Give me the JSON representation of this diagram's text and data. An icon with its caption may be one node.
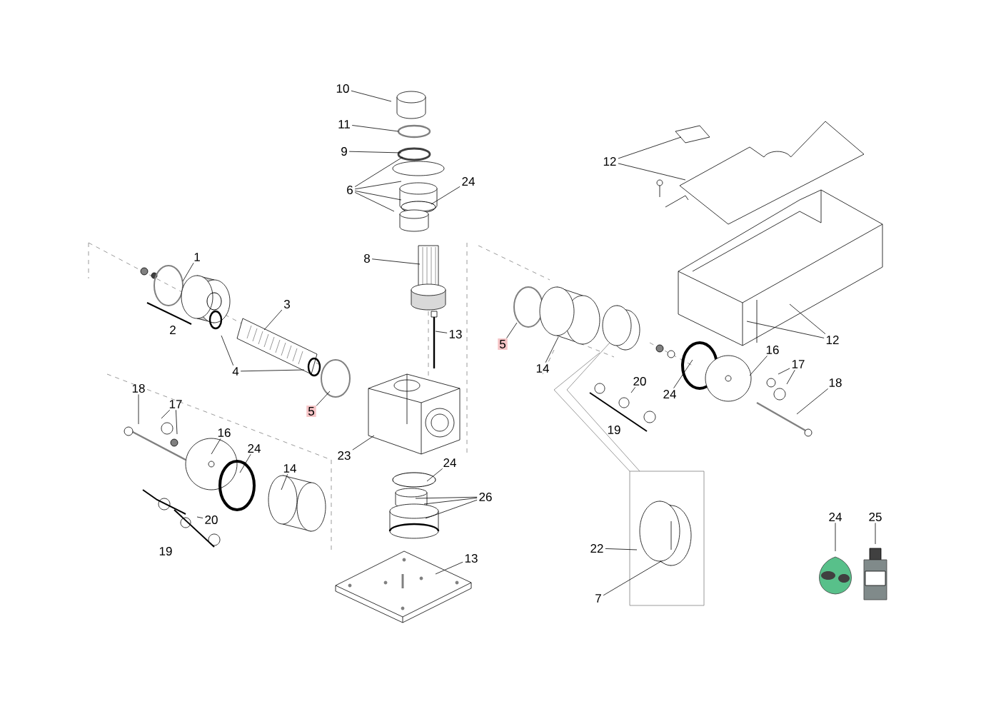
{
  "diagram": {
    "nodes": [
      {
        "text": [
          "10"
        ]
      },
      {
        "text": [
          "11"
        ]
      },
      {
        "text": [
          "9"
        ]
      },
      {
        "text": [
          "6"
        ]
      },
      {
        "text": [
          "24"
        ]
      },
      {
        "text": [
          "8"
        ]
      },
      {
        "text": [
          "1"
        ]
      },
      {
        "text": [
          "3"
        ]
      },
      {
        "text": [
          "4"
        ]
      },
      {
        "text": [
          "13"
        ]
      },
      {
        "text": [
          "5"
        ]
      },
      {
        "text": [
          "5"
        ]
      },
      {
        "text": [
          "14"
        ]
      },
      {
        "text": [
          "18"
        ]
      },
      {
        "text": [
          "17"
        ]
      },
      {
        "text": [
          "16"
        ]
      },
      {
        "text": [
          "24"
        ]
      },
      {
        "text": [
          "14"
        ]
      },
      {
        "text": [
          "20"
        ]
      },
      {
        "text": [
          "23"
        ]
      },
      {
        "text": [
          "24"
        ]
      },
      {
        "text": [
          "26"
        ]
      },
      {
        "text": [
          "13"
        ]
      },
      {
        "text": [
          "12"
        ]
      },
      {
        "text": [
          "12"
        ]
      },
      {
        "text": [
          "16"
        ]
      },
      {
        "text": [
          "17"
        ]
      },
      {
        "text": [
          "18"
        ]
      },
      {
        "text": [
          "20"
        ]
      },
      {
        "text": [
          "24"
        ]
      },
      {
        "text": [
          "22"
        ]
      },
      {
        "text": [
          "7"
        ]
      },
      {
        "text": [
          "24"
        ]
      },
      {
        "text": [
          "25"
        ]
      }
    ],
    "edges": [
      {
        "from": 0,
        "to": null,
        "arrow": "none"
      },
      {
        "from": 1,
        "to": null,
        "arrow": "none"
      },
      {
        "from": 2,
        "to": null,
        "arrow": "none"
      },
      {
        "from": 3,
        "to": null,
        "arrow": "none"
      },
      {
        "from": 3,
        "to": null,
        "arrow": "none"
      },
      {
        "from": 3,
        "to": null,
        "arrow": "none"
      },
      {
        "from": 3,
        "to": null,
        "arrow": "none"
      },
      {
        "from": 4,
        "to": null,
        "arrow": "none"
      },
      {
        "from": 5,
        "to": null,
        "arrow": "none"
      },
      {
        "from": 6,
        "to": null,
        "arrow": "none"
      },
      {
        "from": 7,
        "to": null,
        "arrow": "none"
      },
      {
        "from": 8,
        "to": null,
        "arrow": "none"
      },
      {
        "from": 8,
        "to": null,
        "arrow": "none"
      },
      {
        "from": 9,
        "to": null,
        "arrow": "none"
      },
      {
        "from": 10,
        "to": null,
        "arrow": "none"
      },
      {
        "from": 11,
        "to": null,
        "arrow": "none"
      },
      {
        "from": 12,
        "to": null,
        "arrow": "none"
      },
      {
        "from": 13,
        "to": null,
        "arrow": "none"
      },
      {
        "from": 14,
        "to": null,
        "arrow": "none"
      },
      {
        "from": 14,
        "to": null,
        "arrow": "none"
      },
      {
        "from": 15,
        "to": null,
        "arrow": "none"
      },
      {
        "from": 16,
        "to": null,
        "arrow": "none"
      },
      {
        "from": 17,
        "to": null,
        "arrow": "none"
      },
      {
        "from": 18,
        "to": null,
        "arrow": "none"
      },
      {
        "from": 19,
        "to": null,
        "arrow": "none"
      },
      {
        "from": 20,
        "to": null,
        "arrow": "none"
      },
      {
        "from": 21,
        "to": null,
        "arrow": "none"
      },
      {
        "from": 21,
        "to": null,
        "arrow": "none"
      },
      {
        "from": 21,
        "to": null,
        "arrow": "none"
      },
      {
        "from": 22,
        "to": null,
        "arrow": "none"
      },
      {
        "from": 23,
        "to": null,
        "arrow": "none"
      },
      {
        "from": 23,
        "to": null,
        "arrow": "none"
      },
      {
        "from": 24,
        "to": null,
        "arrow": "none"
      },
      {
        "from": 24,
        "to": null,
        "arrow": "none"
      },
      {
        "from": 25,
        "to": null,
        "arrow": "none"
      },
      {
        "from": 26,
        "to": null,
        "arrow": "none"
      },
      {
        "from": 26,
        "to": null,
        "arrow": "none"
      },
      {
        "from": 27,
        "to": null,
        "arrow": "none"
      },
      {
        "from": 28,
        "to": null,
        "arrow": "none"
      },
      {
        "from": 29,
        "to": null,
        "arrow": "none"
      },
      {
        "from": 30,
        "to": null,
        "arrow": "none"
      },
      {
        "from": 31,
        "to": null,
        "arrow": "none"
      },
      {
        "from": 32,
        "to": null,
        "arrow": "none"
      },
      {
        "from": 33,
        "to": null,
        "arrow": "none"
      }
    ],
    "labels": [
      "2",
      "19",
      "19"
    ]
  }
}
